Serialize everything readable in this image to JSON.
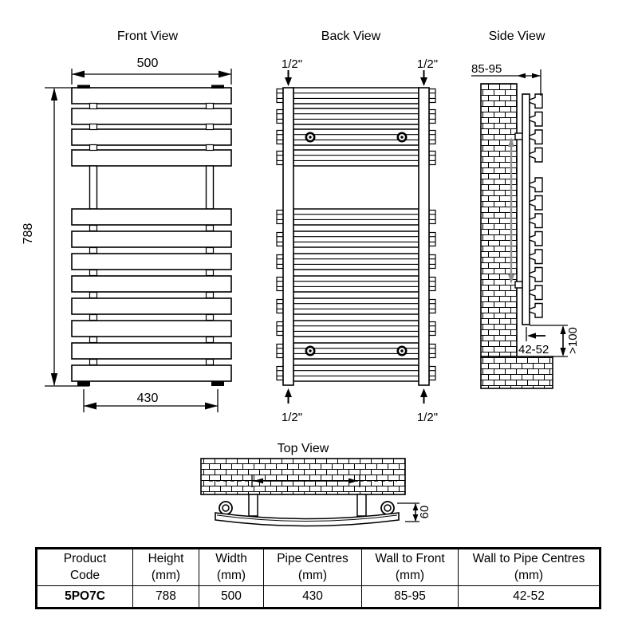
{
  "colors": {
    "ink": "#000000",
    "wall_arrow_gray": "#8c8c8c",
    "background": "#ffffff"
  },
  "views": {
    "front": {
      "title": "Front View",
      "dim_width": "500",
      "dim_height": "788",
      "dim_pipe_centres": "430"
    },
    "back": {
      "title": "Back View",
      "connection_size": "1/2\""
    },
    "side": {
      "title": "Side View",
      "dim_wall_to_front": "85-95",
      "dim_wall_to_pipe_centres": "42-52",
      "dim_floor_clearance": ">100"
    },
    "top": {
      "title": "Top View",
      "dim_depth": "60"
    }
  },
  "table": {
    "headers": [
      {
        "line1": "Product",
        "line2": "Code"
      },
      {
        "line1": "Height",
        "line2": "(mm)"
      },
      {
        "line1": "Width",
        "line2": "(mm)"
      },
      {
        "line1": "Pipe Centres",
        "line2": "(mm)"
      },
      {
        "line1": "Wall to Front",
        "line2": "(mm)"
      },
      {
        "line1": "Wall to Pipe Centres",
        "line2": "(mm)"
      }
    ],
    "row": {
      "product_code": "5PO7C",
      "height": "788",
      "width": "500",
      "pipe_centres": "430",
      "wall_to_front": "85-95",
      "wall_to_pipe_centres": "42-52"
    }
  }
}
